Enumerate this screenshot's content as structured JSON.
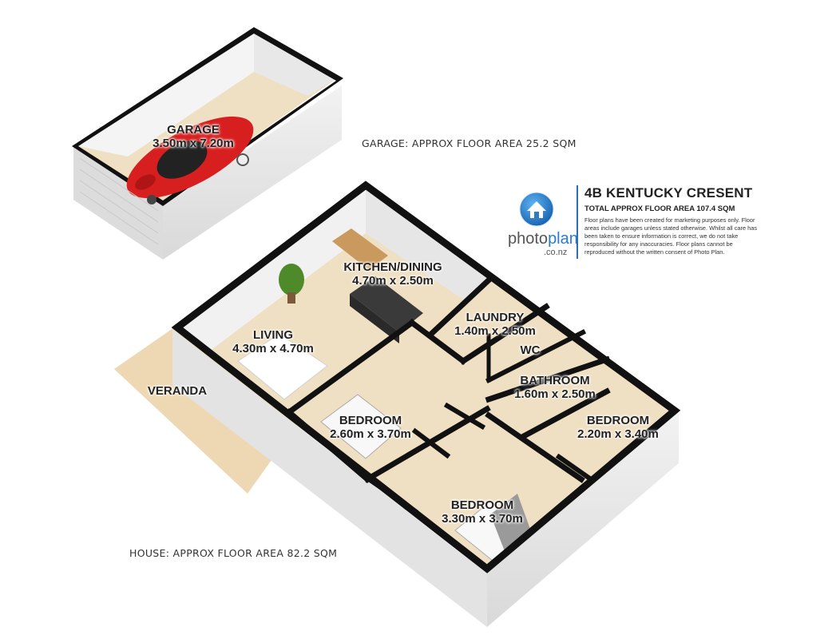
{
  "garage": {
    "name": "GARAGE",
    "dims": "3.50m x 7.20m"
  },
  "garage_area": "GARAGE: APPROX FLOOR AREA 25.2 SQM",
  "house_area": "HOUSE: APPROX FLOOR AREA 82.2 SQM",
  "rooms": {
    "kitchen": {
      "name": "KITCHEN/DINING",
      "dims": "4.70m x 2.50m"
    },
    "laundry": {
      "name": "LAUNDRY",
      "dims": "1.40m x 2.50m"
    },
    "wc": {
      "name": "WC"
    },
    "living": {
      "name": "LIVING",
      "dims": "4.30m x 4.70m"
    },
    "bathroom": {
      "name": "BATHROOM",
      "dims": "1.60m x 2.50m"
    },
    "bedroom1": {
      "name": "BEDROOM",
      "dims": "2.60m x 3.70m"
    },
    "bedroom2": {
      "name": "BEDROOM",
      "dims": "2.20m x 3.40m"
    },
    "bedroom3": {
      "name": "BEDROOM",
      "dims": "3.30m x 3.70m"
    },
    "veranda": {
      "name": "VERANDA"
    }
  },
  "brand": {
    "logo_main": "photo",
    "logo_accent": "plan",
    "logo_sub": ".co.nz",
    "address": "4B KENTUCKY CRESENT",
    "total_area": "TOTAL APPROX FLOOR AREA 107.4 SQM",
    "disclaimer": "Floor plans have been created for marketing purposes only. Floor areas include garages unless stated otherwise. Whilst all care has been taken to ensure information is correct, we do not take responsibility for any inaccuracies. Floor plans cannot be reproduced without the written consent of Photo Plan."
  },
  "colors": {
    "floor": "#efe0c4",
    "veranda": "#eed8b4",
    "wall_top": "#111111",
    "wall_face": "#e9e9e9",
    "car": "#d81f1f",
    "brand_blue": "#2a7bc8"
  }
}
